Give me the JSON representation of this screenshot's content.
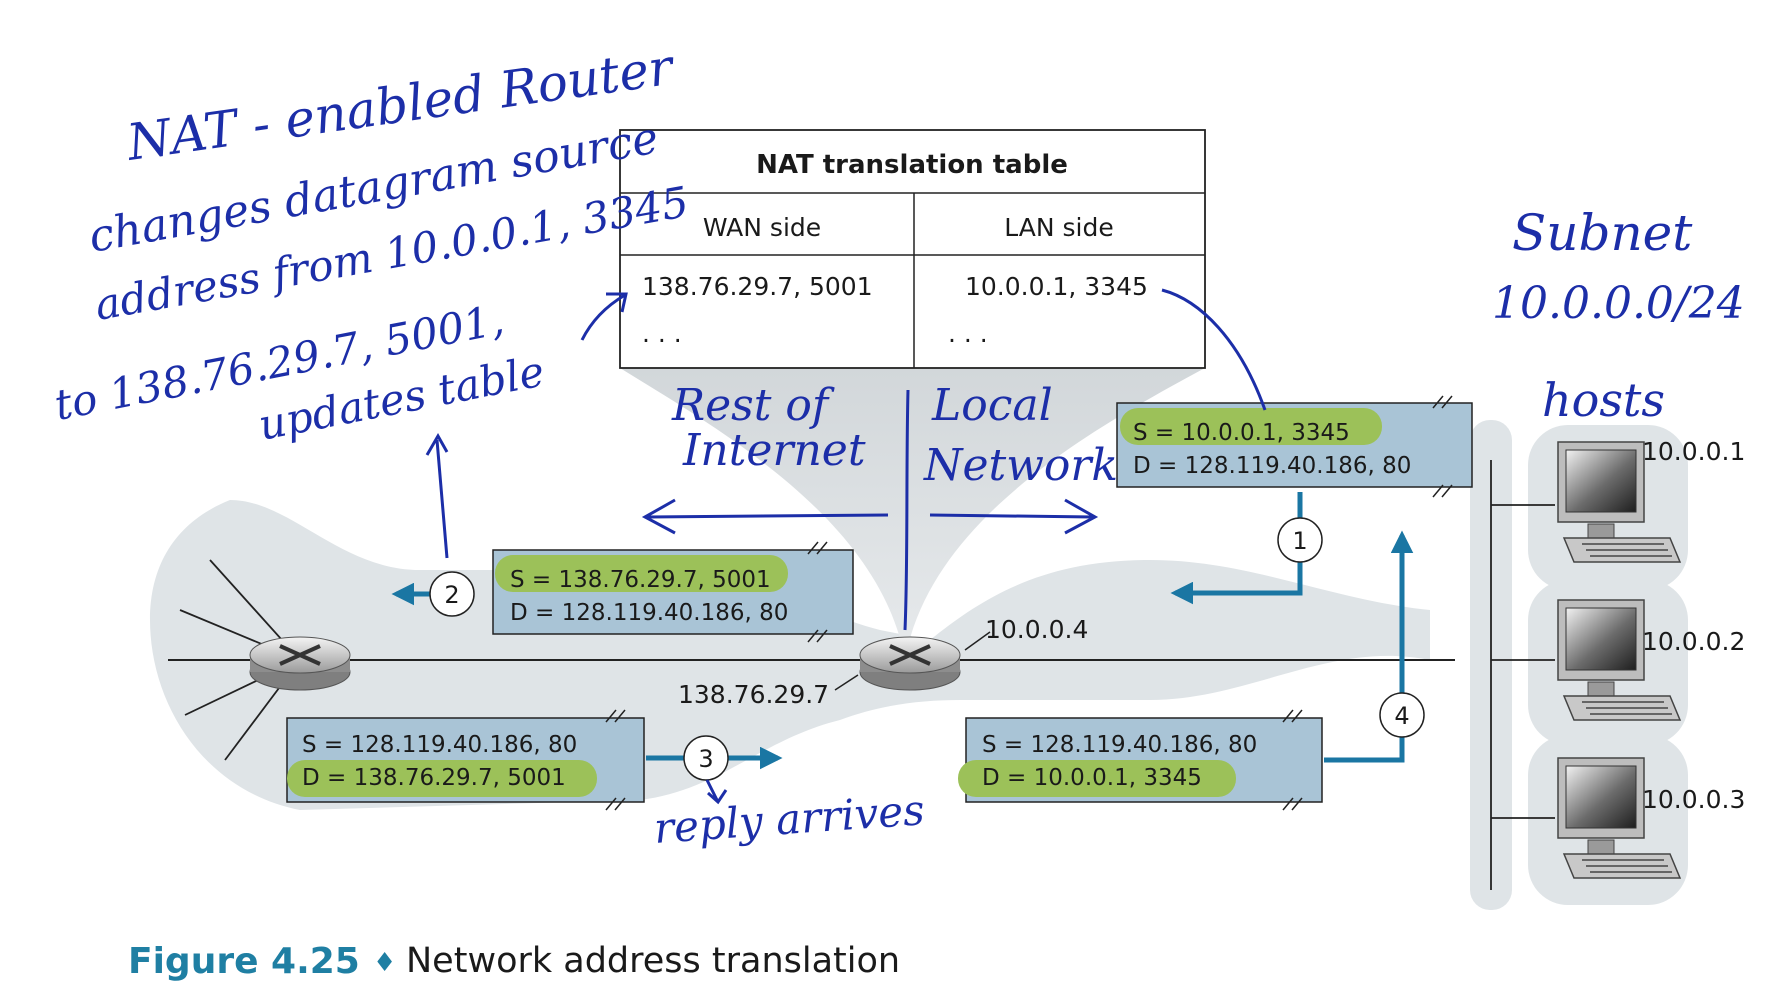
{
  "colors": {
    "cloud": "#dfe4e7",
    "packet_fill": "#a9c4d6",
    "highlight": "#9cc159",
    "arrow": "#1a76a3",
    "ink": "#1c2ea8",
    "caption_accent": "#1f7fa3"
  },
  "nat_table": {
    "title": "NAT translation table",
    "wan_header": "WAN side",
    "lan_header": "LAN side",
    "wan_value": "138.76.29.7, 5001",
    "lan_value": "10.0.0.1, 3345",
    "wan_more": ". . .",
    "lan_more": ". . ."
  },
  "packets": {
    "p1": {
      "s": "S = 10.0.0.1, 3345",
      "d": "D = 128.119.40.186, 80"
    },
    "p2": {
      "s": "S = 138.76.29.7, 5001",
      "d": "D = 128.119.40.186, 80"
    },
    "p3": {
      "s": "S = 128.119.40.186, 80",
      "d": "D = 138.76.29.7, 5001"
    },
    "p4": {
      "s": "S = 128.119.40.186, 80",
      "d": "D = 10.0.0.1, 3345"
    }
  },
  "steps": [
    "1",
    "2",
    "3",
    "4"
  ],
  "addresses": {
    "router_lan": "10.0.0.4",
    "router_wan": "138.76.29.7"
  },
  "hosts": [
    "10.0.0.1",
    "10.0.0.2",
    "10.0.0.3"
  ],
  "annotations": {
    "nat_note_lines": [
      "NAT - enabled Router",
      "changes datagram source",
      "address from 10.0.0.1, 3345",
      "to 138.76.29.7, 5001,",
      "updates table"
    ],
    "rest_of_internet": [
      "Rest of",
      "Internet"
    ],
    "local_network": [
      "Local",
      "Network"
    ],
    "subnet": [
      "Subnet",
      "10.0.0.0/24"
    ],
    "hosts_label": "hosts",
    "reply_arrives": "reply arrives"
  },
  "caption": {
    "label": "Figure 4.25",
    "separator": "♦",
    "text": "Network address translation"
  }
}
